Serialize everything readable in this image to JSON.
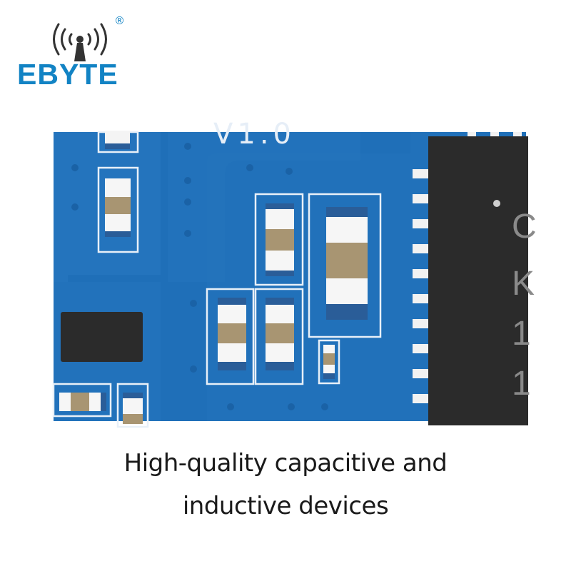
{
  "brand": {
    "name": "EBYTE",
    "registered_mark": "®",
    "color": "#1283c4"
  },
  "board": {
    "silkscreen_version": "V1.0",
    "chip_marks": [
      "C",
      "K",
      "1",
      "1"
    ],
    "pcb_color": "#1f6fb8",
    "chip_color": "#2b2b2b"
  },
  "caption": {
    "line1": "High-quality capacitive and",
    "line2": "inductive devices"
  }
}
